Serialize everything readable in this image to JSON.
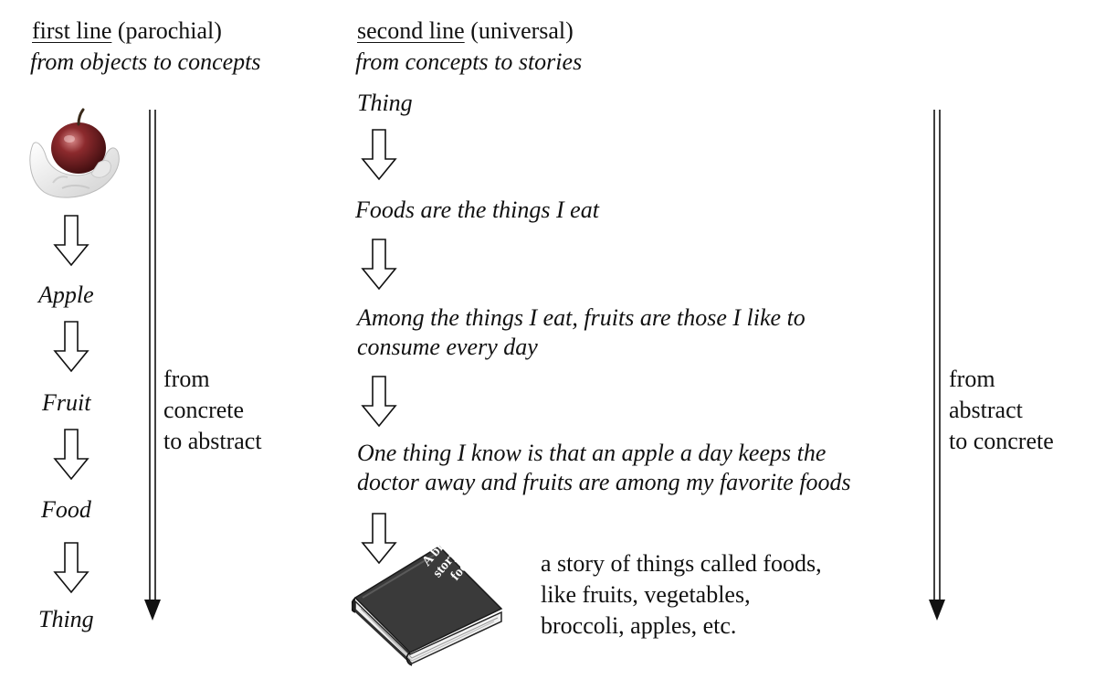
{
  "first_line": {
    "title": "first line",
    "qualifier": "(parochial)",
    "subtitle": "from objects to concepts",
    "items": [
      "Apple",
      "Fruit",
      "Food",
      "Thing"
    ],
    "direction": "from\nconcrete\nto abstract",
    "image": "apple-in-hand"
  },
  "second_line": {
    "title": "second line",
    "qualifier": "(universal)",
    "subtitle": "from concepts to stories",
    "items": [
      "Thing",
      "Foods are the things I eat",
      "Among the things I eat, fruits are those I like to\nconsume every day",
      "One thing I know is that an apple a day keeps the\ndoctor away and fruits are among my favorite foods"
    ],
    "direction": "from\nabstract\nto concrete",
    "book_title": "A brief\nstory of\nfood",
    "book_caption": "a story of things called foods,\nlike fruits, vegetables,\nbroccoli, apples, etc."
  },
  "colors": {
    "ink": "#111111",
    "book": "#3a3a3a",
    "apple": "#7a1f22"
  }
}
